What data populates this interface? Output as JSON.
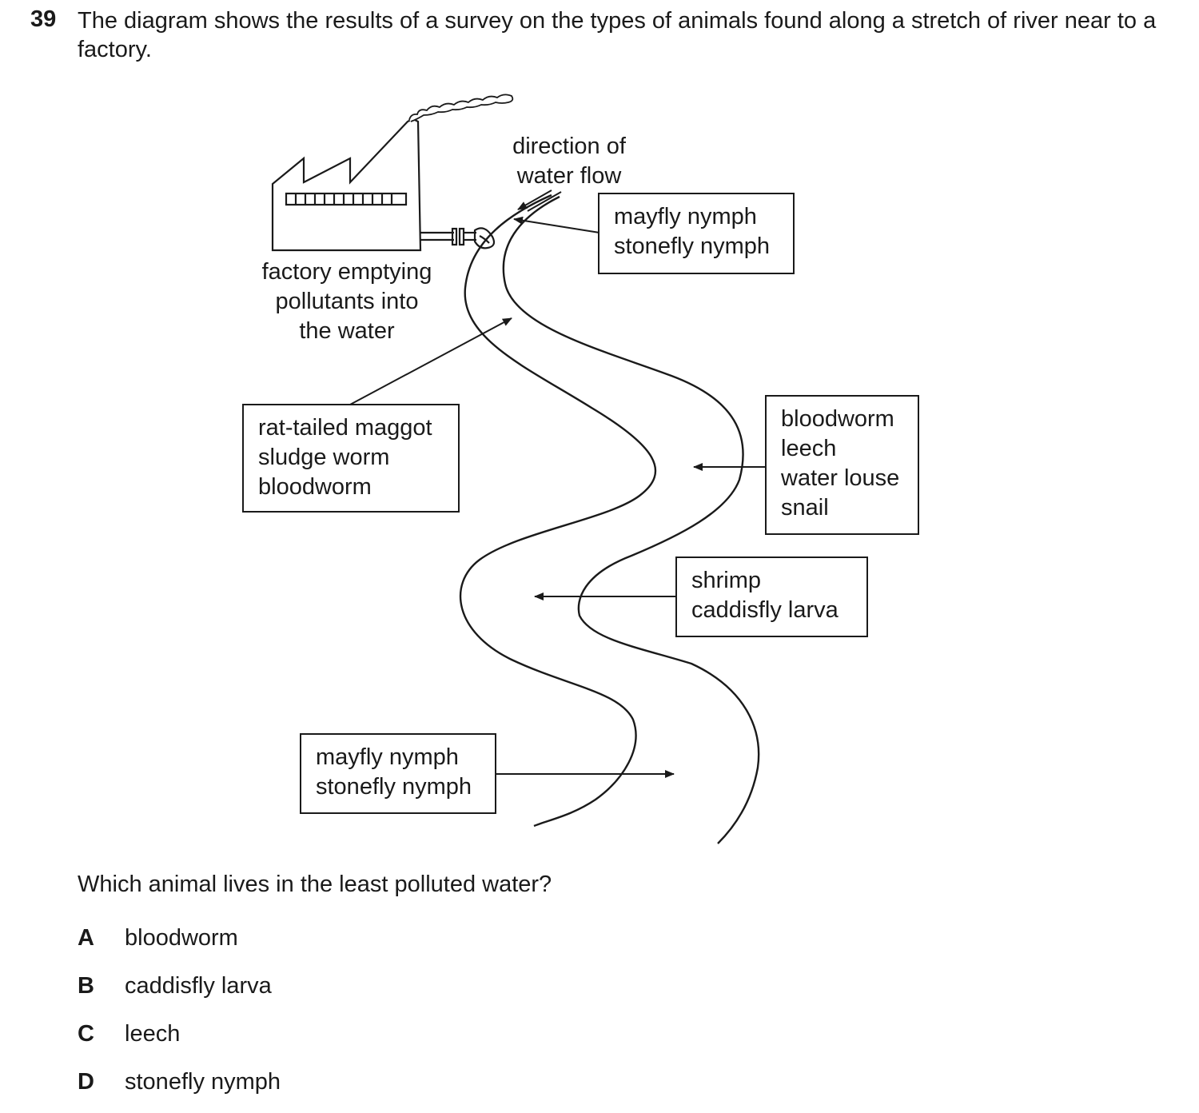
{
  "question": {
    "number": "39",
    "stem": "The diagram shows the results of a survey on the types of animals found along a stretch of river near to a factory.",
    "prompt": "Which animal lives in the least polluted water?"
  },
  "diagram": {
    "factory_label": [
      "factory emptying",
      "pollutants into",
      "the water"
    ],
    "flow_label": [
      "direction of",
      "water flow"
    ],
    "site_1": [
      "mayfly nymph",
      "stonefly nymph"
    ],
    "site_2": [
      "rat-tailed maggot",
      "sludge worm",
      "bloodworm"
    ],
    "site_3": [
      "bloodworm",
      "leech",
      "water louse",
      "snail"
    ],
    "site_4": [
      "shrimp",
      "caddisfly larva"
    ],
    "site_5": [
      "mayfly nymph",
      "stonefly nymph"
    ]
  },
  "options": [
    {
      "letter": "A",
      "text": "bloodworm"
    },
    {
      "letter": "B",
      "text": "caddisfly larva"
    },
    {
      "letter": "C",
      "text": "leech"
    },
    {
      "letter": "D",
      "text": "stonefly nymph"
    }
  ]
}
